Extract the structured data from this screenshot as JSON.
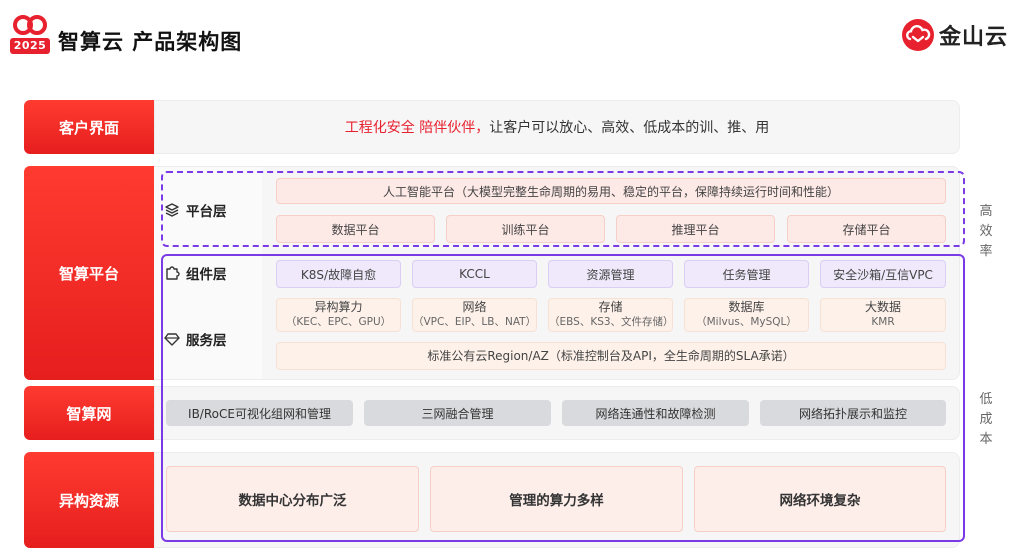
{
  "header": {
    "year": "2025",
    "title": "智算云 产品架构图",
    "brand_name": "金山云"
  },
  "colors": {
    "red": "#e8212e",
    "purple": "#7a3be6"
  },
  "rows": {
    "client": {
      "label": "客户界面",
      "slogan_red": "工程化安全 陪伴伙伴，",
      "slogan_rest": "让客户可以放心、高效、低成本的训、推、用"
    },
    "platform": {
      "label": "智算平台"
    },
    "network": {
      "label": "智算网"
    },
    "hetero": {
      "label": "异构资源"
    }
  },
  "platform_layer": {
    "label": "平台层",
    "icon": "layers-icon",
    "ai_platform": "人工智能平台（大模型完整生命周期的易用、稳定的平台，保障持续运行时间和性能）",
    "items": [
      "数据平台",
      "训练平台",
      "推理平台",
      "存储平台"
    ]
  },
  "component_layer": {
    "label": "组件层",
    "icon": "puzzle-icon",
    "items": [
      "K8S/故障自愈",
      "KCCL",
      "资源管理",
      "任务管理",
      "安全沙箱/互信VPC"
    ]
  },
  "service_layer": {
    "label": "服务层",
    "icon": "gem-icon",
    "items": [
      {
        "title": "异构算力",
        "sub": "（KEC、EPC、GPU）"
      },
      {
        "title": "网络",
        "sub": "（VPC、EIP、LB、NAT）"
      },
      {
        "title": "存储",
        "sub": "（EBS、KS3、文件存储）"
      },
      {
        "title": "数据库",
        "sub": "（Milvus、MySQL）"
      },
      {
        "title": "大数据",
        "sub": "KMR"
      }
    ],
    "standard": "标准公有云Region/AZ（标准控制台及API，全生命周期的SLA承诺）"
  },
  "network_items": [
    "IB/RoCE可视化组网和管理",
    "三网融合管理",
    "网络连通性和故障检测",
    "网络拓扑展示和监控"
  ],
  "hetero_items": [
    "数据中心分布广泛",
    "管理的算力多样",
    "网络环境复杂"
  ],
  "side": {
    "top": [
      "高",
      "效",
      "率"
    ],
    "bottom": [
      "低",
      "成",
      "本"
    ]
  }
}
